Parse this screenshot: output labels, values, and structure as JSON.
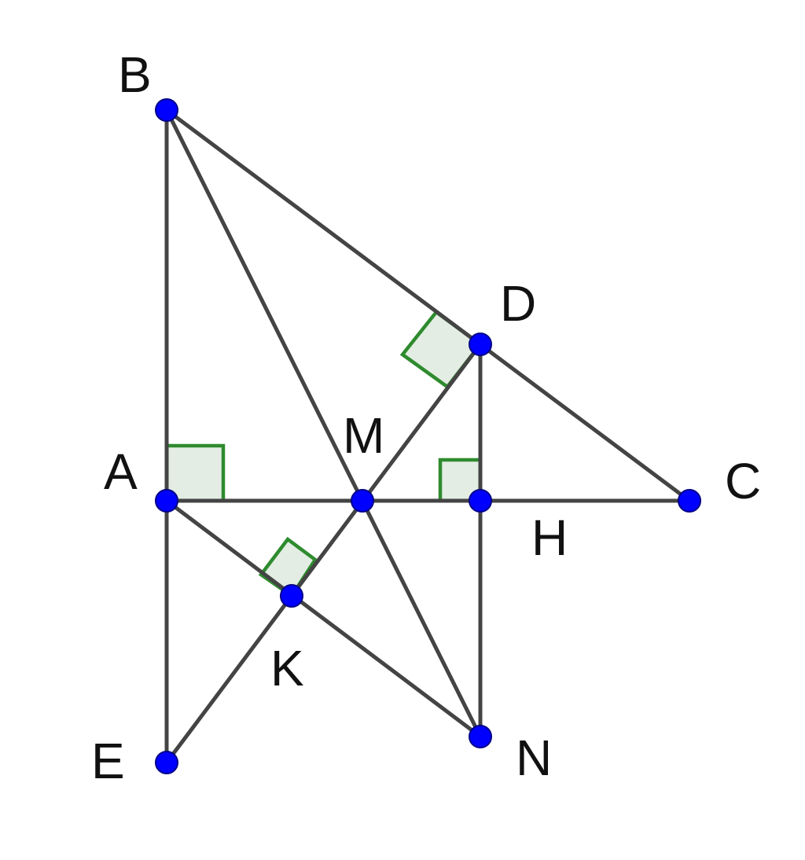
{
  "diagram": {
    "points": {
      "A": {
        "label": "A"
      },
      "B": {
        "label": "B"
      },
      "C": {
        "label": "C"
      },
      "D": {
        "label": "D"
      },
      "E": {
        "label": "E"
      },
      "H": {
        "label": "H"
      },
      "K": {
        "label": "K"
      },
      "M": {
        "label": "M"
      },
      "N": {
        "label": "N"
      }
    },
    "segments": [
      "AB",
      "BC",
      "AC",
      "AE",
      "BN",
      "DE",
      "DN",
      "AN"
    ],
    "right_angles": [
      "BAC",
      "BDM",
      "DHM",
      "AKM"
    ],
    "colors": {
      "segment": "#444444",
      "point": "#0000ff",
      "right_angle_stroke": "#2e8b2e",
      "right_angle_fill": "#e3ede3"
    }
  }
}
